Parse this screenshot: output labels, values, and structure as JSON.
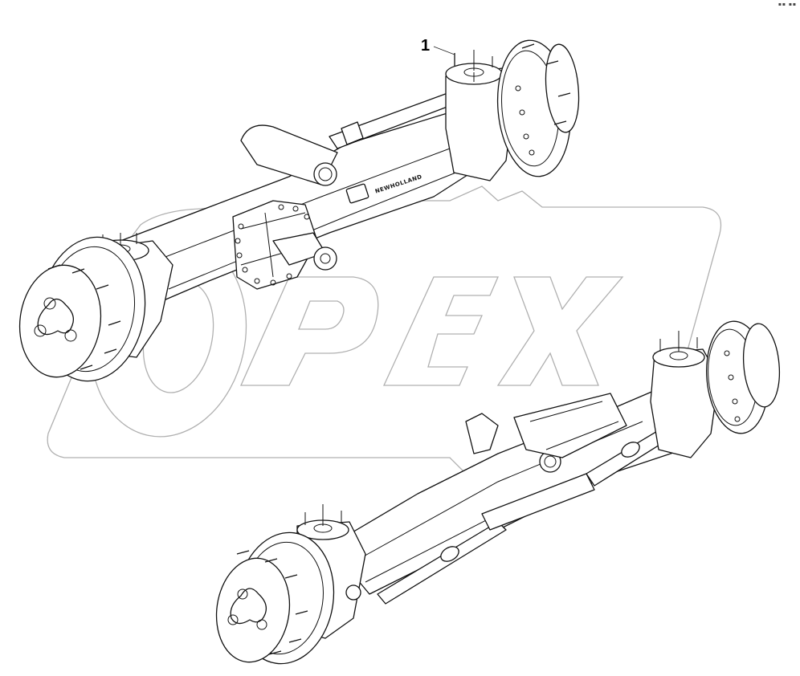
{
  "diagram": {
    "type": "parts-catalog-illustration",
    "subject": "Two axle assemblies (isometric line drawing)",
    "watermark": {
      "text": "OPEX",
      "color": "#b0b0b0",
      "style": "outline"
    },
    "callouts": [
      {
        "id": "1",
        "label": "1",
        "target": "king-pin stud on upper steering knuckle (rear/top axle)"
      }
    ],
    "brand_plate": {
      "text": "NEWHOLLAND"
    },
    "corner_mark": {
      "text": "▪▪ ▪▪"
    },
    "colors": {
      "line": "#111111",
      "watermark": "#b0b0b0",
      "background": "#ffffff"
    }
  }
}
